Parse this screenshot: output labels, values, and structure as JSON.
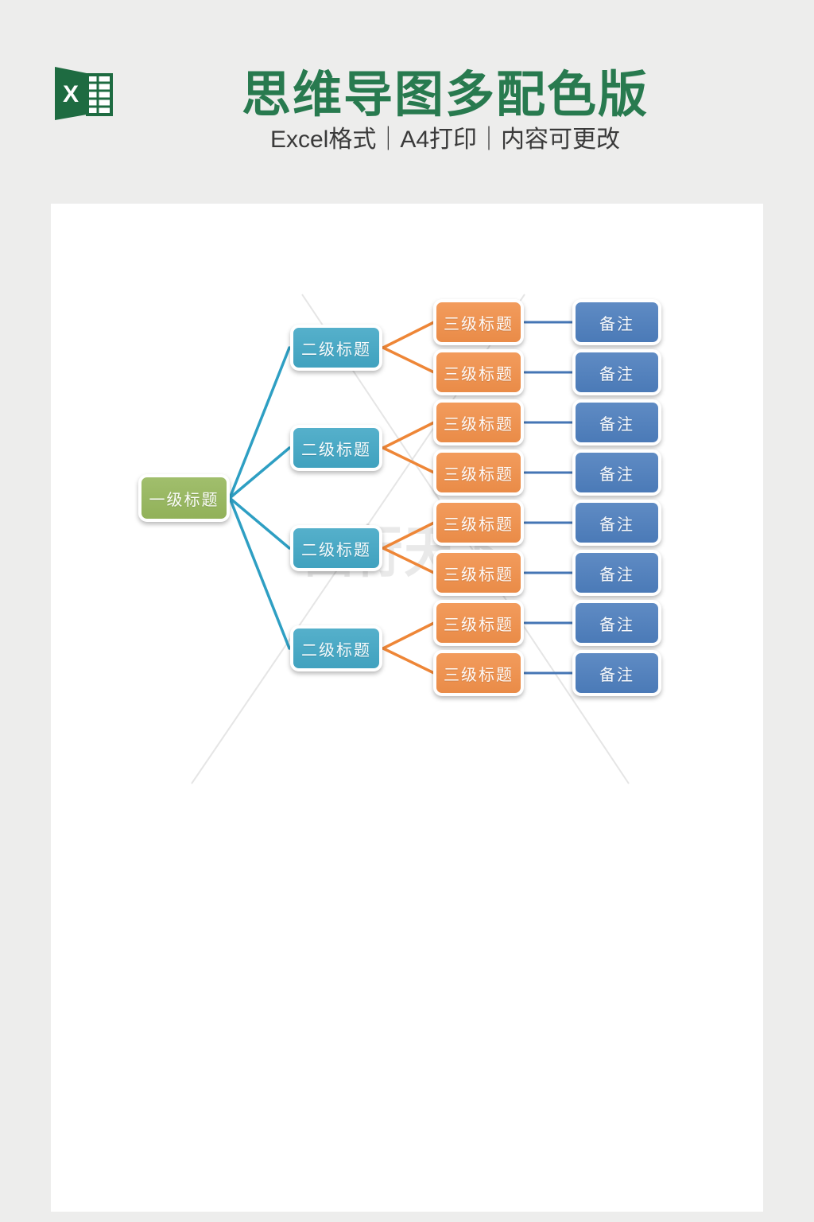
{
  "header": {
    "title": "思维导图多配色版",
    "subtitle": "Excel格式｜A4打印｜内容可更改",
    "excel_icon": "excel-logo"
  },
  "watermark": {
    "text": "图行天下"
  },
  "colors": {
    "title_green": "#287a4f",
    "excel_icon_green": "#1e6b41",
    "page_background": "#ededec",
    "canvas_background": "#ffffff",
    "level1_fill": "#96b75c",
    "level2_fill": "#42a7c5",
    "level3_fill": "#f1904a",
    "note_fill": "#4d7ebd",
    "connector_level2": "#2e9fc3",
    "connector_level3": "#ee8637",
    "connector_note": "#4576b5",
    "node_text": "#ffffff"
  },
  "mindmap": {
    "root": {
      "label": "一级标题"
    },
    "level2": [
      {
        "label": "二级标题"
      },
      {
        "label": "二级标题"
      },
      {
        "label": "二级标题"
      },
      {
        "label": "二级标题"
      }
    ],
    "level3": [
      {
        "label": "三级标题"
      },
      {
        "label": "三级标题"
      },
      {
        "label": "三级标题"
      },
      {
        "label": "三级标题"
      },
      {
        "label": "三级标题"
      },
      {
        "label": "三级标题"
      },
      {
        "label": "三级标题"
      },
      {
        "label": "三级标题"
      }
    ],
    "notes": [
      {
        "label": "备注"
      },
      {
        "label": "备注"
      },
      {
        "label": "备注"
      },
      {
        "label": "备注"
      },
      {
        "label": "备注"
      },
      {
        "label": "备注"
      },
      {
        "label": "备注"
      },
      {
        "label": "备注"
      }
    ]
  }
}
